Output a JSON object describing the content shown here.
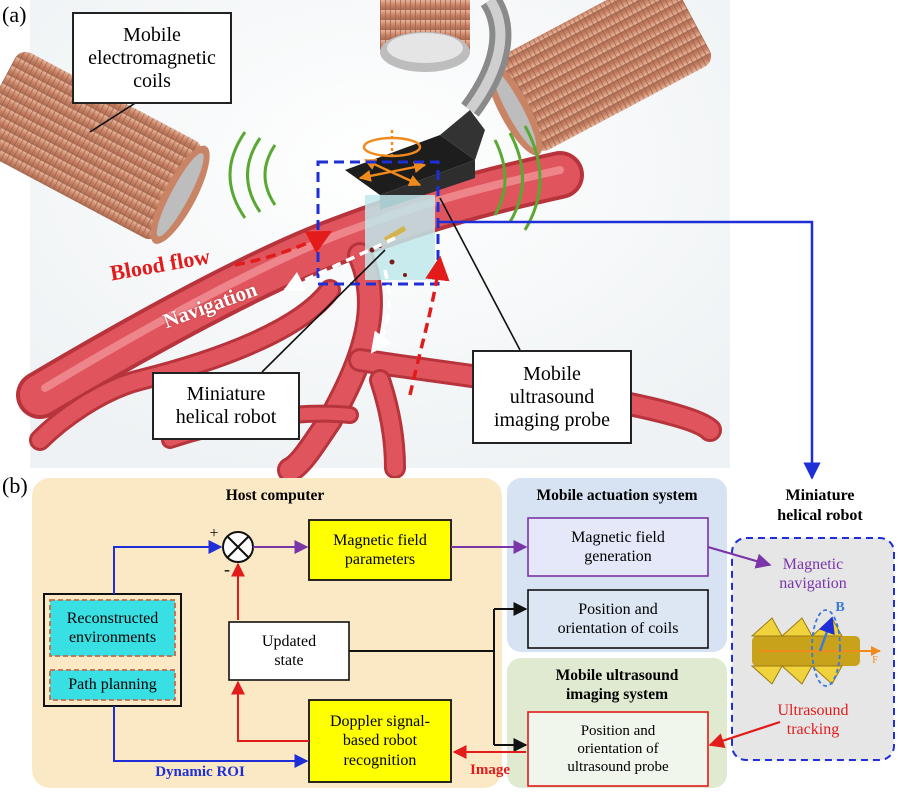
{
  "panel_a": {
    "letter": "(a)",
    "callouts": {
      "coils": "Mobile\nelectromagnetic\ncoils",
      "robot": "Miniature\nhelical robot",
      "probe": "Mobile\nultrasound\nimaging probe"
    },
    "labels": {
      "blood_flow": "Blood flow",
      "navigation": "Navigation"
    }
  },
  "panel_b": {
    "letter": "(b)",
    "host": {
      "title": "Host computer",
      "reconstructed": "Reconstructed\nenvironments",
      "path_planning": "Path planning",
      "updated_state": "Updated\nstate",
      "magnetic_params": "Magnetic field\nparameters",
      "doppler": "Doppler signal-\nbased robot\nrecognition",
      "plus": "+",
      "minus": "-",
      "dynamic_roi": "Dynamic ROI"
    },
    "actuation": {
      "title": "Mobile actuation system",
      "generation": "Magnetic field\ngeneration",
      "coils_pose": "Position and\norientation of coils"
    },
    "ultrasound": {
      "title": "Mobile ultrasound\nimaging system",
      "probe_pose": "Position and\norientation of\nultrasound probe",
      "image_label": "Image"
    },
    "robot": {
      "title": "Miniature\nhelical robot",
      "magnetic_navigation": "Magnetic\nnavigation",
      "ultrasound_tracking": "Ultrasound\ntracking",
      "b_label": "B",
      "f_label": "F"
    }
  },
  "colors": {
    "host_bg": "#fbe9c6",
    "actuation_bg": "#d7e3f2",
    "ultrasound_bg": "#dfead0",
    "robot_bg": "#e6e6e6",
    "yellow_box": "#ffff00",
    "cyan_box": "#38e0e4",
    "vessel": "#e0555d",
    "coil": "#d39b80",
    "blue_arrow": "#1f2fd8",
    "purple": "#7a35a8",
    "red": "#e21b1b"
  }
}
